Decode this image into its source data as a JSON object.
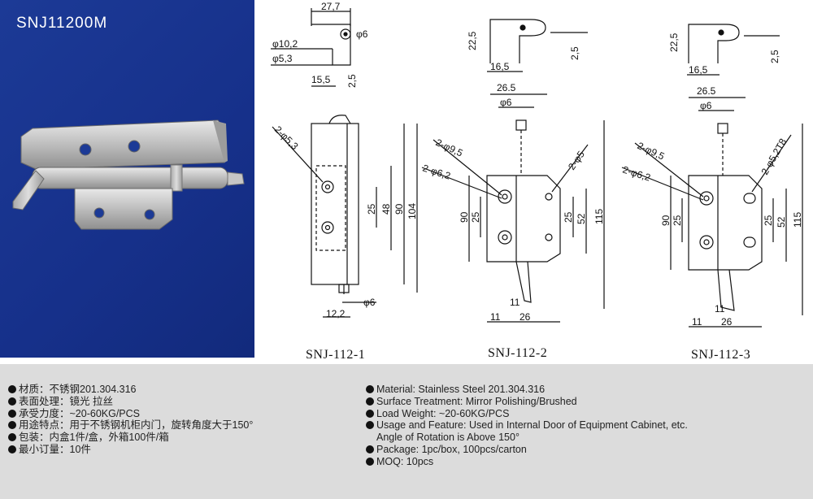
{
  "hero": {
    "title": "SNJ11200M"
  },
  "drawings": {
    "captions": [
      "SNJ-112-1",
      "SNJ-112-2",
      "SNJ-112-3"
    ],
    "d1": {
      "top_w": "27,7",
      "phi102": "φ10,2",
      "phi6": "φ6",
      "phi53": "φ5,3",
      "w155": "15,5",
      "h25": "2,5",
      "holes": "2-φ5,3",
      "v25": "25",
      "v48": "48",
      "v90": "90",
      "v104": "104",
      "b122": "12,2",
      "bphi6": "φ6"
    },
    "d2": {
      "h225": "22,5",
      "h25": "2,5",
      "w165": "16,5",
      "w265": "26.5",
      "phi6": "φ6",
      "h95": "2-φ9,5",
      "h62": "2-φ6,2",
      "h5": "2-φ5",
      "v90": "90",
      "v25a": "25",
      "v25b": "25",
      "v52": "52",
      "v115": "115",
      "b11a": "11",
      "b11b": "11",
      "b26": "26"
    },
    "d3": {
      "h225": "22,5",
      "h25": "2,5",
      "w165": "16,5",
      "w265": "26.5",
      "phi6": "φ6",
      "h95": "2-φ9,5",
      "h62": "2-φ6,2",
      "h5": "2-φ5,2T8",
      "v90": "90",
      "v25a": "25",
      "v25b": "25",
      "v52": "52",
      "v115": "115",
      "b11a": "11",
      "b11b": "11",
      "b26": "26"
    }
  },
  "specs_cn": [
    {
      "text": "材质：不锈钢201.304.316"
    },
    {
      "text": "表面处理：镜光 拉丝"
    },
    {
      "text": "承受力度：~20-60KG/PCS"
    },
    {
      "text": "用途特点：用于不锈钢机柜内门，旋转角度大于150°"
    },
    {
      "text": "包装：内盒1件/盒，外箱100件/箱"
    },
    {
      "text": "最小订量：10件"
    }
  ],
  "specs_en": [
    {
      "text": "Material: Stainless Steel 201.304.316"
    },
    {
      "text": "Surface Treatment: Mirror Polishing/Brushed"
    },
    {
      "text": "Load Weight: ~20-60KG/PCS"
    },
    {
      "text": "Usage and Feature: Used in Internal Door of Equipment Cabinet, etc.",
      "cont": "Angle of Rotation is Above 150°"
    },
    {
      "text": "Package: 1pc/box, 100pcs/carton"
    },
    {
      "text": "MOQ: 10pcs"
    }
  ]
}
